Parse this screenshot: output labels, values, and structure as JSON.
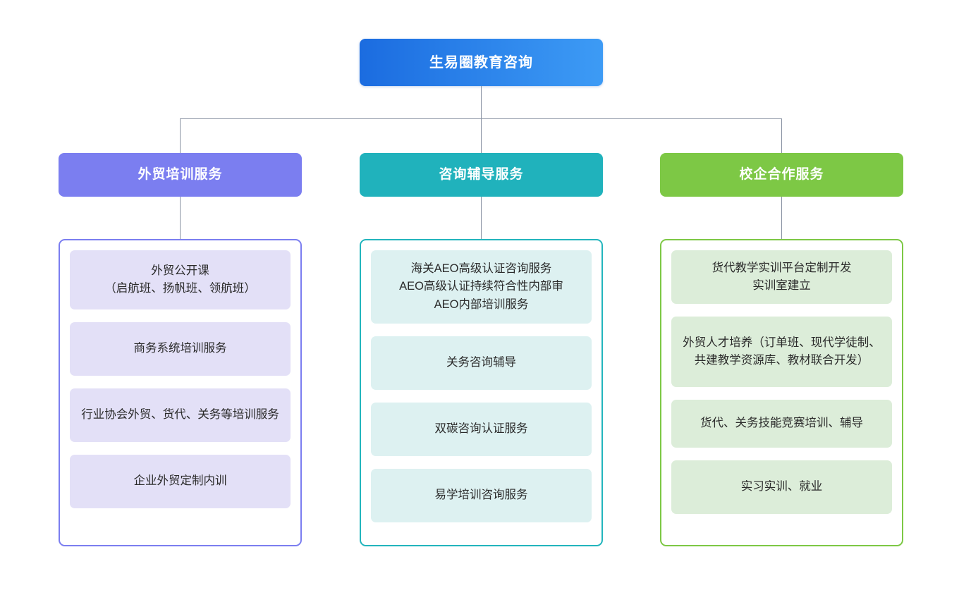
{
  "diagram": {
    "title": "生易圈教育咨询 服务架构图",
    "type": "organization-tree",
    "background_color": "#ffffff",
    "connector_color": "#8a93a3"
  },
  "root": {
    "label": "生易圈教育咨询",
    "gradient_from": "#1b6ce0",
    "gradient_to": "#3d9bf5",
    "text_color": "#ffffff"
  },
  "branches": [
    {
      "id": "waimao-peixun",
      "header_label": "外贸培训服务",
      "header_color": "#7b7ef0",
      "border_color": "#7b7ef0",
      "item_bg": "#e3e0f7",
      "items": [
        {
          "label": "外贸公开课\n（启航班、扬帆班、领航班）"
        },
        {
          "label": "商务系统培训服务"
        },
        {
          "label": "行业协会外贸、货代、关务等培训服务"
        },
        {
          "label": "企业外贸定制内训"
        }
      ]
    },
    {
      "id": "zixun-fudao",
      "header_label": "咨询辅导服务",
      "header_color": "#20b2bc",
      "border_color": "#22b5bd",
      "item_bg": "#ddf1f1",
      "items": [
        {
          "label": "海关AEO高级认证咨询服务\nAEO高级认证持续符合性内部审\nAEO内部培训服务"
        },
        {
          "label": "关务咨询辅导"
        },
        {
          "label": "双碳咨询认证服务"
        },
        {
          "label": "易学培训咨询服务"
        }
      ]
    },
    {
      "id": "xiaoqi-hezuo",
      "header_label": "校企合作服务",
      "header_color": "#7dc845",
      "border_color": "#7dc845",
      "item_bg": "#dcedd9",
      "items": [
        {
          "label": "货代教学实训平台定制开发\n实训室建立"
        },
        {
          "label": "外贸人才培养（订单班、现代学徒制、共建教学资源库、教材联合开发）"
        },
        {
          "label": "货代、关务技能竞赛培训、辅导"
        },
        {
          "label": "实习实训、就业"
        }
      ]
    }
  ]
}
